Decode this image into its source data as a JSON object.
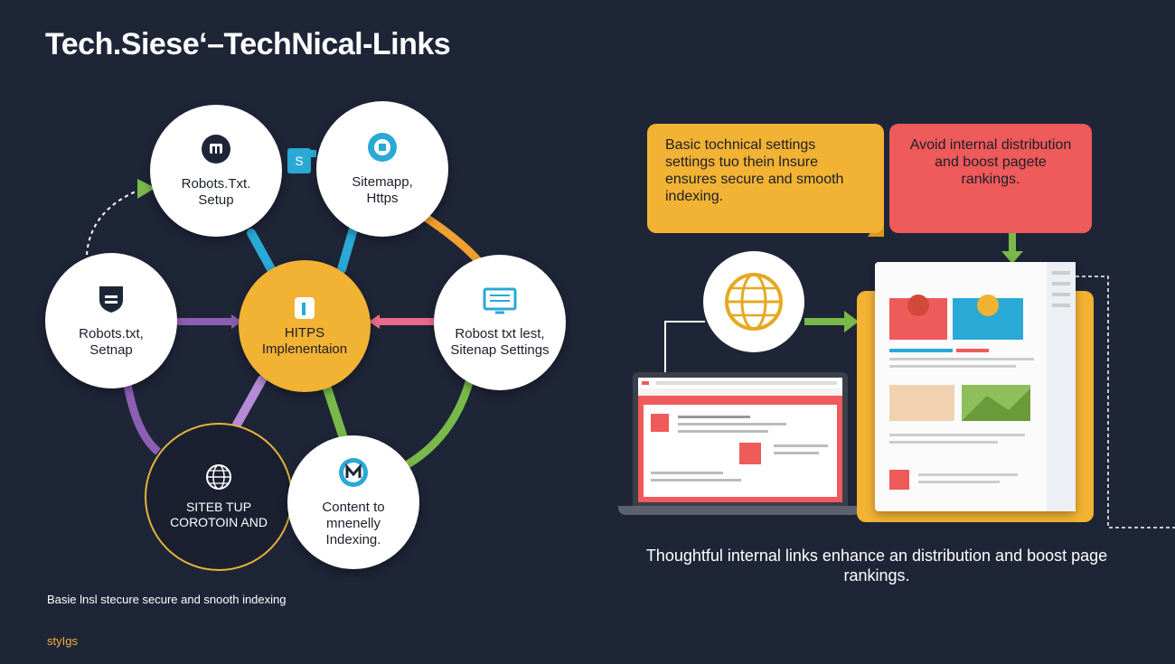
{
  "title": "Tech.Siese‘–TechNical-Links",
  "left_diagram": {
    "chip_label": "S",
    "nodes": {
      "robots_setup": "Robots.Txt. Setup",
      "sitemap_https": "Sitemapp, Https",
      "robots_sitemap": "Robots.txt, Setnap",
      "center": "HITPS Implenentaion",
      "robots_settings": "Robost txt lest, Sitenap Settings",
      "site_setup": "SITEB TUP COROTOIN AND",
      "content_indexing": "Content to mnenelly Indexing."
    }
  },
  "right_panel": {
    "box_yellow": "Basic tochnical settings settings tuo thein lnsure ensures secure and smooth indexing.",
    "box_red": "Avoid internal distribution and boost pagete rankings.",
    "caption": "Thoughtful internal links enhance an distribution and boost page rankings."
  },
  "footer": {
    "note": "Basie lnsl stecure secure and snooth indexing",
    "tag": "styIgs"
  },
  "colors": {
    "background": "#1e2537",
    "yellow": "#f2b233",
    "red": "#ef5a5a",
    "blue": "#2aa9d6",
    "green": "#79b84a",
    "purple": "#8d5fb3",
    "orange": "#f0a030"
  }
}
